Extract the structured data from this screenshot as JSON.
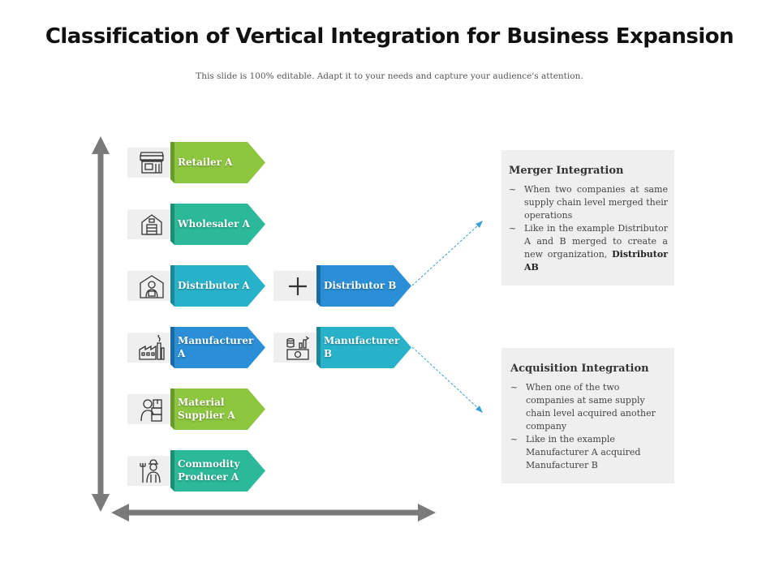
{
  "header": {
    "title": "Classification of Vertical Integration for Business Expansion",
    "subtitle": "This slide is 100% editable. Adapt it to your needs and capture your audience's attention."
  },
  "colors": {
    "green": "#8dc63f",
    "teal": "#2bb99a",
    "cyan": "#27b2c9",
    "blue": "#2a8fd6",
    "axis": "#7a7a7a",
    "connector": "#3aa0d8"
  },
  "chain_a": [
    {
      "label": "Retailer  A",
      "icon": "shop-icon",
      "color": "#8dc63f"
    },
    {
      "label": "Wholesaler  A",
      "icon": "warehouse-icon",
      "color": "#2bb99a"
    },
    {
      "label": "Distributor  A",
      "icon": "delivery-person-icon",
      "color": "#27b2c9"
    },
    {
      "label": "Manufacturer  A",
      "icon": "factory-icon",
      "color": "#2a8fd6"
    },
    {
      "label": "Material Supplier  A",
      "icon": "supplier-icon",
      "color": "#8dc63f"
    },
    {
      "label": "Commodity Producer A",
      "icon": "farmer-icon",
      "color": "#2bb99a"
    }
  ],
  "chain_b": [
    {
      "label": "Distributor  B",
      "icon": "plus-icon",
      "color": "#2a8fd6"
    },
    {
      "label": "Manufacturer  B",
      "icon": "money-growth-icon",
      "color": "#27b2c9"
    }
  ],
  "merger": {
    "title": "Merger Integration",
    "bullet_symbol": "~",
    "items": [
      {
        "text": "When two companies at same supply chain level merged their operations",
        "bold": ""
      },
      {
        "text": "Like in the example Distributor A and B merged to create a new organization, ",
        "bold": "Distributor AB"
      }
    ]
  },
  "acquisition": {
    "title": "Acquisition Integration",
    "bullet_symbol": "~",
    "items": [
      {
        "text": "When one of the two companies at same supply chain level acquired another company",
        "bold": ""
      },
      {
        "text": "Like in the example Manufacturer  A acquired Manufacturer  B",
        "bold": ""
      }
    ]
  }
}
